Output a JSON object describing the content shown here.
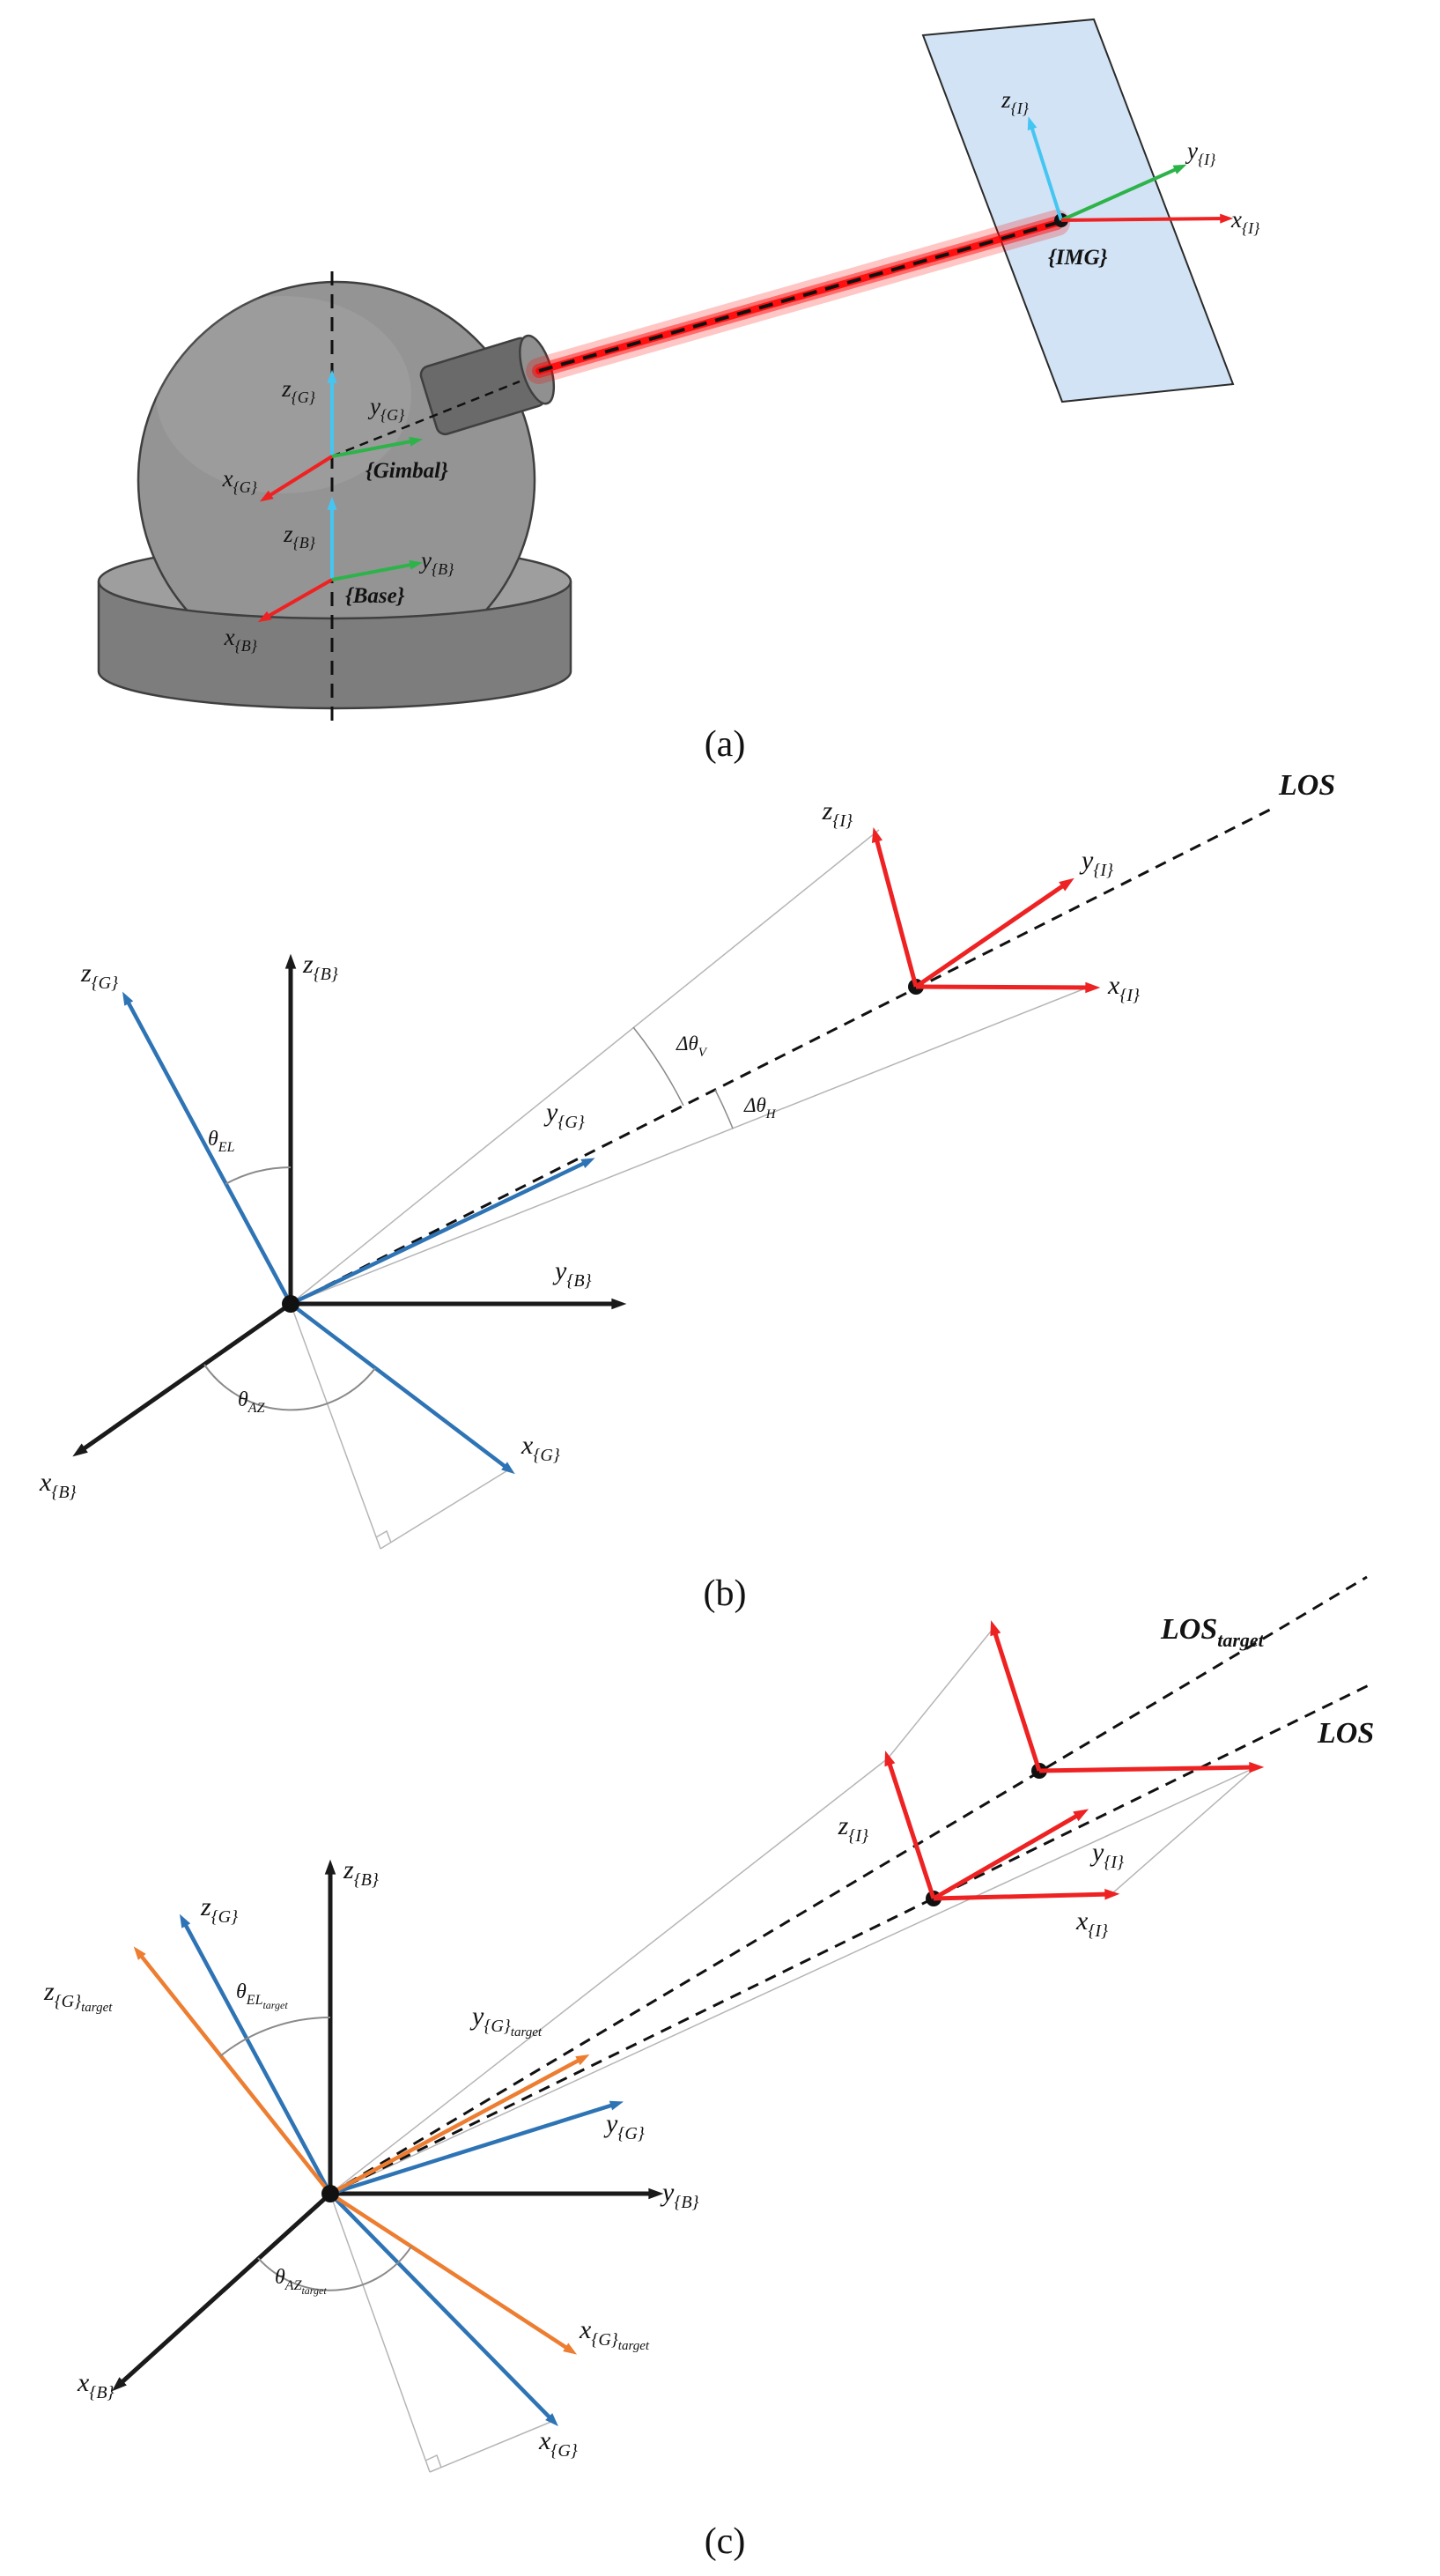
{
  "figure": {
    "type": "gimbal-coordinate-frames-diagram",
    "captions": {
      "a": "(a)",
      "b": "(b)",
      "c": "(c)"
    }
  },
  "colors": {
    "black_axis": "#1a1a1a",
    "blue_axis": "#2e74b5",
    "orange_axis": "#ed7d31",
    "red_axis": "#ee2222",
    "cyan_axis": "#45c6f2",
    "green_axis": "#2db34a",
    "gray_line": "#b5b5b5",
    "arc_gray": "#8a8a8a",
    "laser_red": "#ff0000",
    "dash_black": "#111111",
    "plane_fill": "#cfe2f3",
    "plane_stroke": "#2b2b2b",
    "dome_fill": "#949494",
    "dome_stroke": "#3f3f3f",
    "base_fill": "#7d7d7d",
    "rim_fill": "#9e9e9e",
    "barrel_fill": "#6a6a6a",
    "barrel_cap_fill": "#909090",
    "dot_black": "#111111"
  },
  "labels": {
    "zG": {
      "base": "z",
      "sub": "{G}"
    },
    "yG": {
      "base": "y",
      "sub": "{G}"
    },
    "xG": {
      "base": "x",
      "sub": "{G}"
    },
    "zB": {
      "base": "z",
      "sub": "{B}"
    },
    "yB": {
      "base": "y",
      "sub": "{B}"
    },
    "xB": {
      "base": "x",
      "sub": "{B}"
    },
    "zI": {
      "base": "z",
      "sub": "{I}"
    },
    "yI": {
      "base": "y",
      "sub": "{I}"
    },
    "xI": {
      "base": "x",
      "sub": "{I}"
    },
    "zG_target": {
      "base": "z",
      "sub": "{G}",
      "sub2": "target"
    },
    "yG_target": {
      "base": "y",
      "sub": "{G}",
      "sub2": "target"
    },
    "xG_target": {
      "base": "x",
      "sub": "{G}",
      "sub2": "target"
    },
    "gimbal": {
      "base": "{Gimbal}"
    },
    "base_frame": {
      "base": "{Base}"
    },
    "img_frame": {
      "base": "{IMG}"
    },
    "los": {
      "base": "LOS"
    },
    "los_target": {
      "base": "LOS",
      "sub": "target"
    },
    "theta_el": {
      "base": "θ",
      "sub": "EL"
    },
    "theta_az": {
      "base": "θ",
      "sub": "AZ"
    },
    "theta_el_target": {
      "base": "θ",
      "sub": "EL",
      "sub2": "target"
    },
    "theta_az_target": {
      "base": "θ",
      "sub": "AZ",
      "sub2": "target"
    },
    "delta_theta_v": {
      "base": "Δθ",
      "sub": "V"
    },
    "delta_theta_h": {
      "base": "Δθ",
      "sub": "H"
    }
  }
}
